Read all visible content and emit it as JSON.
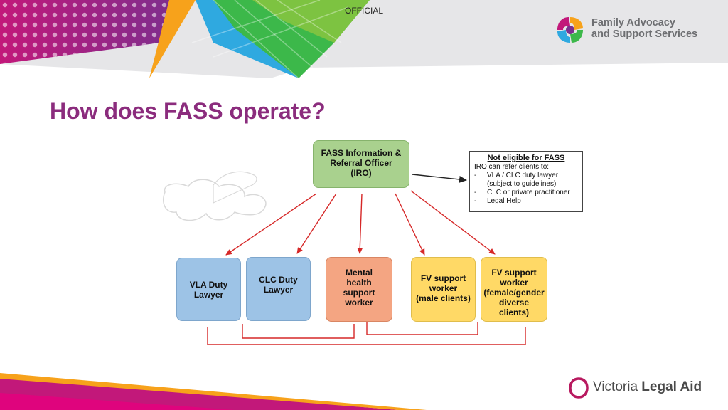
{
  "header": {
    "marking": "OFFICIAL",
    "logo_line1": "Family Advocacy",
    "logo_line2": "and Support Services"
  },
  "slide": {
    "title": "How does FASS operate?"
  },
  "diagram": {
    "iro": "FASS Information &\nReferral Officer\n(IRO)",
    "nodes": {
      "vla": "VLA Duty\nLawyer",
      "clc": "CLC Duty\nLawyer",
      "mental_health": "Mental\nhealth\nsupport\nworker",
      "fv_male": "FV support\nworker\n(male clients)",
      "fv_female": "FV support\nworker\n(female/gender\ndiverse clients)"
    },
    "note": {
      "heading": "Not eligible for FASS",
      "intro": "IRO can refer clients to:",
      "items": [
        "VLA / CLC duty lawyer (subject to guidelines)",
        "CLC or private practitioner",
        "Legal Help"
      ]
    },
    "colors": {
      "arrow": "#d62828",
      "iro_fill": "#a9d18e",
      "lawyer_fill": "#9dc3e6",
      "mental_health_fill": "#f4a582",
      "fv_fill": "#ffd966"
    }
  },
  "footer": {
    "logo_word1": "Victoria",
    "logo_word2": "Legal Aid"
  }
}
